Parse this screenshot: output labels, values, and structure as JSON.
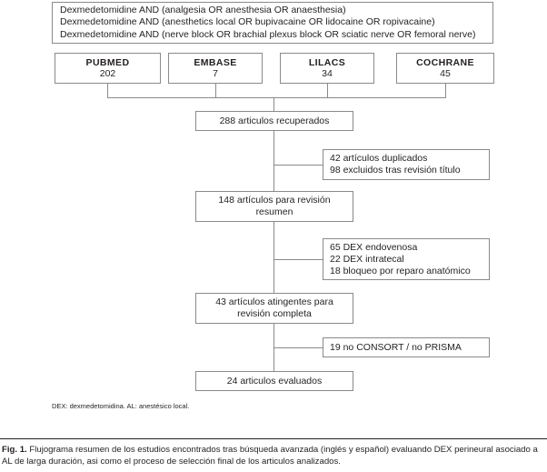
{
  "figure": {
    "query_box": {
      "lines": [
        "Dexmedetomidine AND (analgesia OR anesthesia OR anaesthesia)",
        "Dexmedetomidine AND (anesthetics local OR bupivacaine OR lidocaine OR ropivacaine)",
        "Dexmedetomidine AND (nerve block OR brachial plexus block OR sciatic nerve OR femoral nerve)"
      ]
    },
    "databases": [
      {
        "name": "PUBMED",
        "count": "202"
      },
      {
        "name": "EMBASE",
        "count": "7"
      },
      {
        "name": "LILACS",
        "count": "34"
      },
      {
        "name": "COCHRANE",
        "count": "45"
      }
    ],
    "flow": {
      "retrieved": {
        "lines": [
          "288 articulos recuperados"
        ]
      },
      "abstract_review": {
        "lines": [
          "148 artículos para revisión",
          "resumen"
        ]
      },
      "full_review": {
        "lines": [
          "43 artículos atingentes para",
          "revisión completa"
        ]
      },
      "evaluated": {
        "lines": [
          "24 articulos evaluados"
        ]
      }
    },
    "exclusions": {
      "first": {
        "lines": [
          "42 artículos duplicados",
          "98 excluidos tras revisión título"
        ]
      },
      "second": {
        "lines": [
          "65 DEX endovenosa",
          "22 DEX intratecal",
          "18 bloqueo por reparo anatómico"
        ]
      },
      "third": {
        "lines": [
          "19 no CONSORT / no PRISMA"
        ]
      }
    },
    "footnote": "DEX: dexmedetomidina. AL: anestésico local.",
    "caption": {
      "label": "Fig. 1.",
      "text": "Flujograma resumen de los estudios encontrados tras búsqueda avanzada (inglés y español) evaluando DEX perineural asociado a AL de larga duración, asi como el proceso de selección final de los articulos analizados."
    }
  },
  "colors": {
    "box_border": "#8a8a8a",
    "text": "#231f20",
    "background": "#ffffff"
  }
}
